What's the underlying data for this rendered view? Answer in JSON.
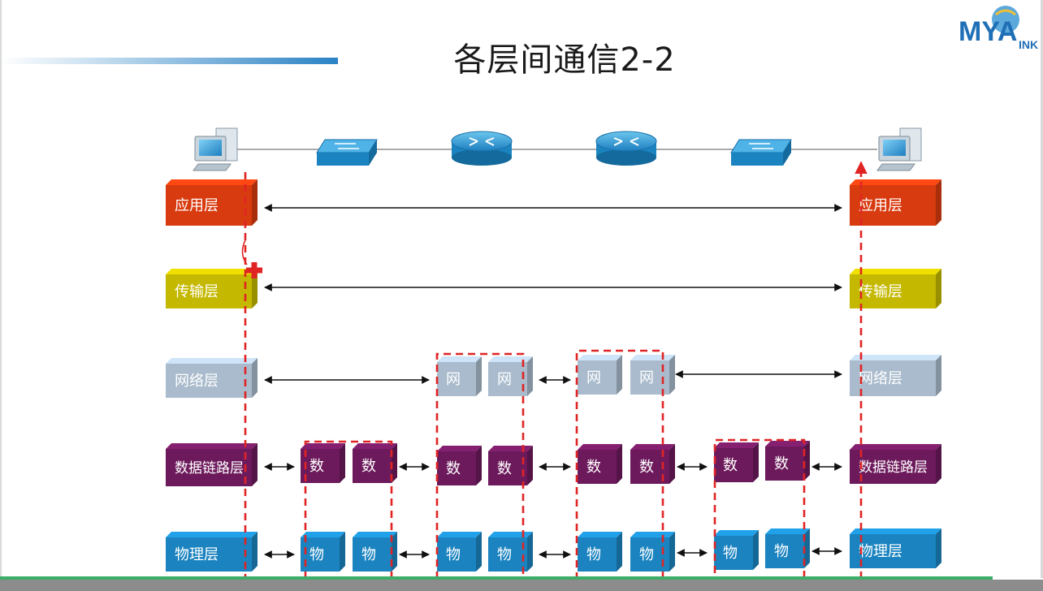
{
  "title": "各层间通信2-2",
  "logo": {
    "text": "MYA",
    "subtext": "INK"
  },
  "devices": [
    {
      "kind": "computer-icon"
    },
    {
      "kind": "switch-icon"
    },
    {
      "kind": "router-icon"
    },
    {
      "kind": "router-icon"
    },
    {
      "kind": "switch-icon"
    },
    {
      "kind": "computer-icon"
    }
  ],
  "layers": {
    "application": "应用层",
    "transport": "传输层",
    "network": "网络层",
    "datalink": "数据链路层",
    "physical": "物理层"
  },
  "abbrev": {
    "network": "网",
    "datalink": "数",
    "physical": "物"
  },
  "colors": {
    "application": "#d83b0f",
    "transport": "#c4b800",
    "network": "#a9bbcc",
    "datalink": "#6d1a5c",
    "physical": "#1b84c0",
    "dashed": "#e02424",
    "arrow": "#111111"
  }
}
